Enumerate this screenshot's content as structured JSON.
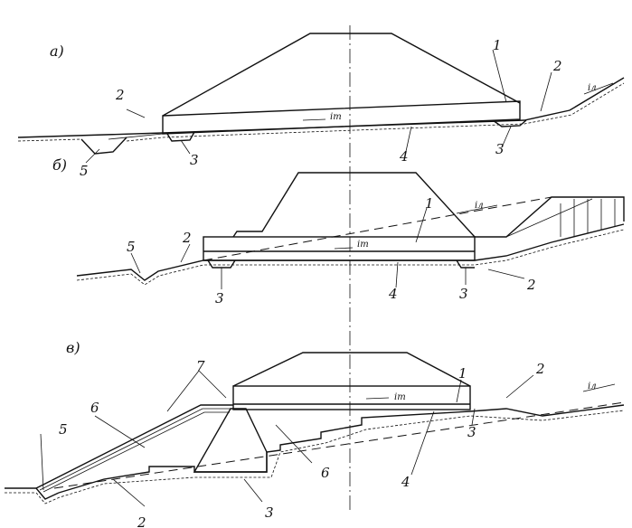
{
  "panels": [
    {
      "label": "а)",
      "callouts": [
        "1",
        "2",
        "2",
        "3",
        "3",
        "4",
        "5"
      ],
      "slope_labels": [
        "iт",
        "iл"
      ]
    },
    {
      "label": "б)",
      "callouts": [
        "1",
        "2",
        "2",
        "3",
        "3",
        "4",
        "5"
      ],
      "slope_labels": [
        "iт",
        "iл"
      ]
    },
    {
      "label": "в)",
      "callouts": [
        "1",
        "2",
        "2",
        "3",
        "3",
        "4",
        "5",
        "6",
        "6",
        "7"
      ],
      "slope_labels": [
        "iт",
        "iл"
      ]
    }
  ]
}
